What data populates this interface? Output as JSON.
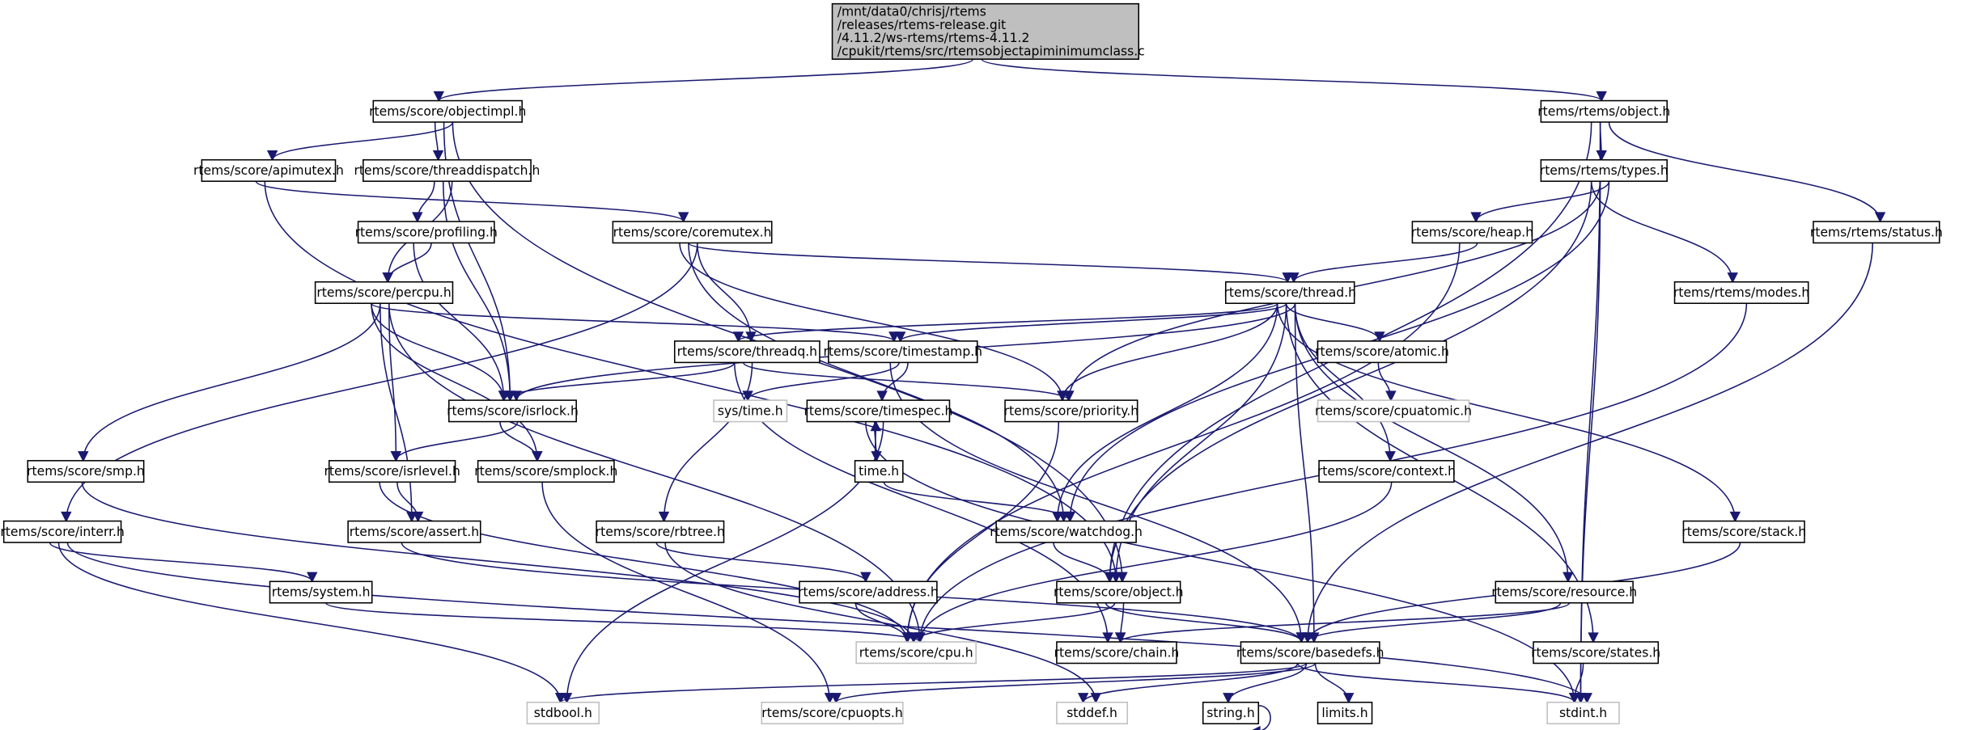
{
  "title": "Include dependency graph for rtemsobjectapiminimumclass.c",
  "colors": {
    "edge": "#191970",
    "root_fill": "#bfbfbf",
    "node_border": "#000000",
    "system_border": "#bfbfbf"
  },
  "root": {
    "id": "root",
    "lines": [
      "/mnt/data0/chrisj/rtems",
      "/releases/rtems-release.git",
      "/4.11.2/ws-rtems/rtems-4.11.2",
      "/cpukit/rtems/src/rtemsobjectapiminimumclass.c"
    ]
  },
  "nodes": [
    {
      "id": "objectimpl",
      "label": "rtems/score/objectimpl.h",
      "kind": "local"
    },
    {
      "id": "rtobject",
      "label": "rtems/rtems/object.h",
      "kind": "local"
    },
    {
      "id": "apimutex",
      "label": "rtems/score/apimutex.h",
      "kind": "local"
    },
    {
      "id": "threaddispatch",
      "label": "rtems/score/threaddispatch.h",
      "kind": "local"
    },
    {
      "id": "types",
      "label": "rtems/rtems/types.h",
      "kind": "local"
    },
    {
      "id": "profiling",
      "label": "rtems/score/profiling.h",
      "kind": "local"
    },
    {
      "id": "coremutex",
      "label": "rtems/score/coremutex.h",
      "kind": "local"
    },
    {
      "id": "heap",
      "label": "rtems/score/heap.h",
      "kind": "local"
    },
    {
      "id": "status",
      "label": "rtems/rtems/status.h",
      "kind": "local"
    },
    {
      "id": "percpu",
      "label": "rtems/score/percpu.h",
      "kind": "local"
    },
    {
      "id": "thread",
      "label": "rtems/score/thread.h",
      "kind": "local"
    },
    {
      "id": "modes",
      "label": "rtems/rtems/modes.h",
      "kind": "local"
    },
    {
      "id": "threadq",
      "label": "rtems/score/threadq.h",
      "kind": "local"
    },
    {
      "id": "timestamp",
      "label": "rtems/score/timestamp.h",
      "kind": "local"
    },
    {
      "id": "atomic",
      "label": "rtems/score/atomic.h",
      "kind": "local"
    },
    {
      "id": "systime",
      "label": "sys/time.h",
      "kind": "system"
    },
    {
      "id": "isrlock",
      "label": "rtems/score/isrlock.h",
      "kind": "local"
    },
    {
      "id": "timespec",
      "label": "rtems/score/timespec.h",
      "kind": "local"
    },
    {
      "id": "priority",
      "label": "rtems/score/priority.h",
      "kind": "local"
    },
    {
      "id": "cpuatomic",
      "label": "rtems/score/cpuatomic.h",
      "kind": "system"
    },
    {
      "id": "smp",
      "label": "rtems/score/smp.h",
      "kind": "local"
    },
    {
      "id": "isrlevel",
      "label": "rtems/score/isrlevel.h",
      "kind": "local"
    },
    {
      "id": "smplock",
      "label": "rtems/score/smplock.h",
      "kind": "local"
    },
    {
      "id": "time",
      "label": "time.h",
      "kind": "local"
    },
    {
      "id": "context",
      "label": "rtems/score/context.h",
      "kind": "local"
    },
    {
      "id": "interr",
      "label": "rtems/score/interr.h",
      "kind": "local"
    },
    {
      "id": "assert",
      "label": "rtems/score/assert.h",
      "kind": "local"
    },
    {
      "id": "rbtree",
      "label": "rtems/score/rbtree.h",
      "kind": "local"
    },
    {
      "id": "watchdog",
      "label": "rtems/score/watchdog.h",
      "kind": "local"
    },
    {
      "id": "stack",
      "label": "rtems/score/stack.h",
      "kind": "local"
    },
    {
      "id": "system",
      "label": "rtems/system.h",
      "kind": "local"
    },
    {
      "id": "address",
      "label": "rtems/score/address.h",
      "kind": "local"
    },
    {
      "id": "object",
      "label": "rtems/score/object.h",
      "kind": "local"
    },
    {
      "id": "resource",
      "label": "rtems/score/resource.h",
      "kind": "local"
    },
    {
      "id": "cpu",
      "label": "rtems/score/cpu.h",
      "kind": "system"
    },
    {
      "id": "chain",
      "label": "rtems/score/chain.h",
      "kind": "local"
    },
    {
      "id": "basedefs",
      "label": "rtems/score/basedefs.h",
      "kind": "local"
    },
    {
      "id": "states",
      "label": "rtems/score/states.h",
      "kind": "local"
    },
    {
      "id": "stdbool",
      "label": "stdbool.h",
      "kind": "system"
    },
    {
      "id": "cpuopts",
      "label": "rtems/score/cpuopts.h",
      "kind": "system"
    },
    {
      "id": "stddef",
      "label": "stddef.h",
      "kind": "system"
    },
    {
      "id": "string",
      "label": "string.h",
      "kind": "local"
    },
    {
      "id": "limits",
      "label": "limits.h",
      "kind": "local"
    },
    {
      "id": "stdint",
      "label": "stdint.h",
      "kind": "system"
    }
  ],
  "edges": [
    [
      "root",
      "objectimpl"
    ],
    [
      "root",
      "rtobject"
    ],
    [
      "objectimpl",
      "apimutex"
    ],
    [
      "objectimpl",
      "threaddispatch"
    ],
    [
      "objectimpl",
      "isrlock"
    ],
    [
      "objectimpl",
      "object"
    ],
    [
      "apimutex",
      "coremutex"
    ],
    [
      "apimutex",
      "object"
    ],
    [
      "threaddispatch",
      "percpu"
    ],
    [
      "threaddispatch",
      "profiling"
    ],
    [
      "threaddispatch",
      "isrlock"
    ],
    [
      "profiling",
      "percpu"
    ],
    [
      "profiling",
      "isrlock"
    ],
    [
      "coremutex",
      "thread"
    ],
    [
      "coremutex",
      "threadq"
    ],
    [
      "coremutex",
      "priority"
    ],
    [
      "coremutex",
      "watchdog"
    ],
    [
      "coremutex",
      "interr"
    ],
    [
      "percpu",
      "timestamp"
    ],
    [
      "percpu",
      "smp"
    ],
    [
      "percpu",
      "isrlevel"
    ],
    [
      "percpu",
      "smplock"
    ],
    [
      "percpu",
      "assert"
    ],
    [
      "percpu",
      "cpu"
    ],
    [
      "percpu",
      "isrlock"
    ],
    [
      "rtobject",
      "types"
    ],
    [
      "rtobject",
      "status"
    ],
    [
      "rtobject",
      "object"
    ],
    [
      "rtobject",
      "stdint"
    ],
    [
      "types",
      "heap"
    ],
    [
      "types",
      "modes"
    ],
    [
      "types",
      "priority"
    ],
    [
      "types",
      "watchdog"
    ],
    [
      "types",
      "object"
    ],
    [
      "types",
      "stdint"
    ],
    [
      "heap",
      "thread"
    ],
    [
      "heap",
      "cpu"
    ],
    [
      "status",
      "basedefs"
    ],
    [
      "modes",
      "cpu"
    ],
    [
      "thread",
      "threadq"
    ],
    [
      "thread",
      "timestamp"
    ],
    [
      "thread",
      "isrlock"
    ],
    [
      "thread",
      "priority"
    ],
    [
      "thread",
      "atomic"
    ],
    [
      "thread",
      "context"
    ],
    [
      "thread",
      "watchdog"
    ],
    [
      "thread",
      "object"
    ],
    [
      "thread",
      "resource"
    ],
    [
      "thread",
      "stack"
    ],
    [
      "thread",
      "states"
    ],
    [
      "thread",
      "basedefs"
    ],
    [
      "threadq",
      "isrlock"
    ],
    [
      "threadq",
      "priority"
    ],
    [
      "threadq",
      "rbtree"
    ],
    [
      "threadq",
      "chain"
    ],
    [
      "timestamp",
      "systime"
    ],
    [
      "timestamp",
      "timespec"
    ],
    [
      "timestamp",
      "basedefs"
    ],
    [
      "atomic",
      "cpuatomic"
    ],
    [
      "isrlock",
      "isrlevel"
    ],
    [
      "isrlock",
      "smplock"
    ],
    [
      "timespec",
      "time"
    ],
    [
      "timespec",
      "stdbool"
    ],
    [
      "timespec",
      "stdint"
    ],
    [
      "time",
      "timespec"
    ],
    [
      "time",
      "watchdog"
    ],
    [
      "priority",
      "cpu"
    ],
    [
      "smp",
      "cpu"
    ],
    [
      "isrlevel",
      "assert"
    ],
    [
      "isrlevel",
      "cpu"
    ],
    [
      "smplock",
      "cpuopts"
    ],
    [
      "context",
      "cpu"
    ],
    [
      "interr",
      "system"
    ],
    [
      "interr",
      "stdbool"
    ],
    [
      "interr",
      "stdint"
    ],
    [
      "assert",
      "basedefs"
    ],
    [
      "rbtree",
      "address"
    ],
    [
      "rbtree",
      "stddef"
    ],
    [
      "watchdog",
      "object"
    ],
    [
      "stack",
      "basedefs"
    ],
    [
      "system",
      "cpu"
    ],
    [
      "address",
      "cpu"
    ],
    [
      "object",
      "cpu"
    ],
    [
      "object",
      "chain"
    ],
    [
      "object",
      "basedefs"
    ],
    [
      "resource",
      "basedefs"
    ],
    [
      "resource",
      "chain"
    ],
    [
      "states",
      "stdint"
    ],
    [
      "basedefs",
      "stdbool"
    ],
    [
      "basedefs",
      "cpuopts"
    ],
    [
      "basedefs",
      "stddef"
    ],
    [
      "basedefs",
      "string"
    ],
    [
      "basedefs",
      "limits"
    ],
    [
      "basedefs",
      "stdint"
    ],
    [
      "string",
      "string"
    ]
  ]
}
